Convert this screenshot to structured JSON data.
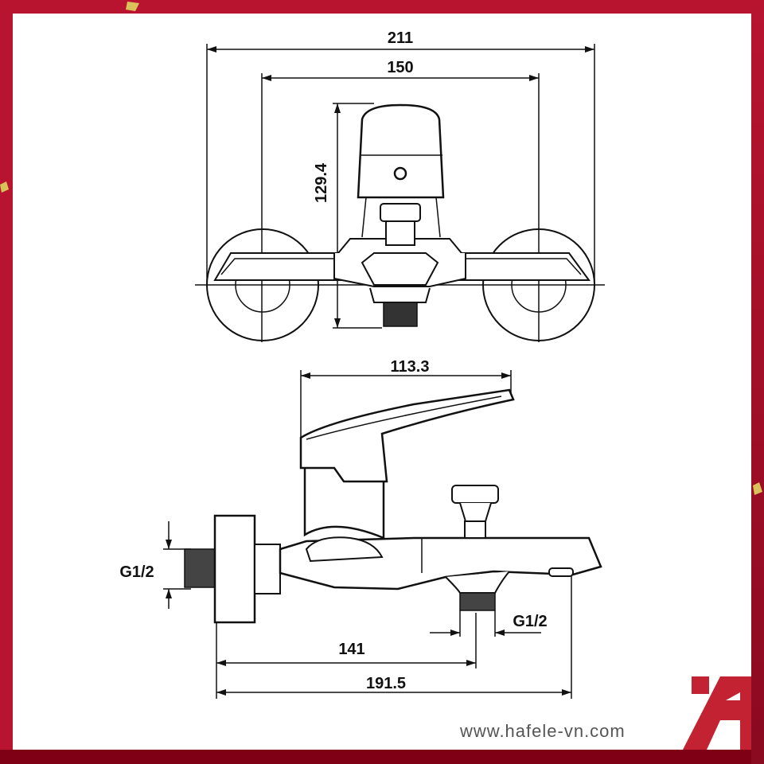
{
  "drawing": {
    "top_view": {
      "width_overall": "211",
      "width_centers": "150",
      "height": "129.4"
    },
    "side_view": {
      "handle_length": "113.3",
      "inlet_thread": "G1/2",
      "outlet_thread": "G1/2",
      "outlet_distance": "141",
      "overall_length": "191.5"
    }
  },
  "footer": {
    "url": "www.hafele-vn.com",
    "logo": "hafele"
  },
  "colors": {
    "frame": "#b8142f",
    "frame_dark": "#7f0015",
    "logo": "#c32232",
    "line": "#111111"
  }
}
